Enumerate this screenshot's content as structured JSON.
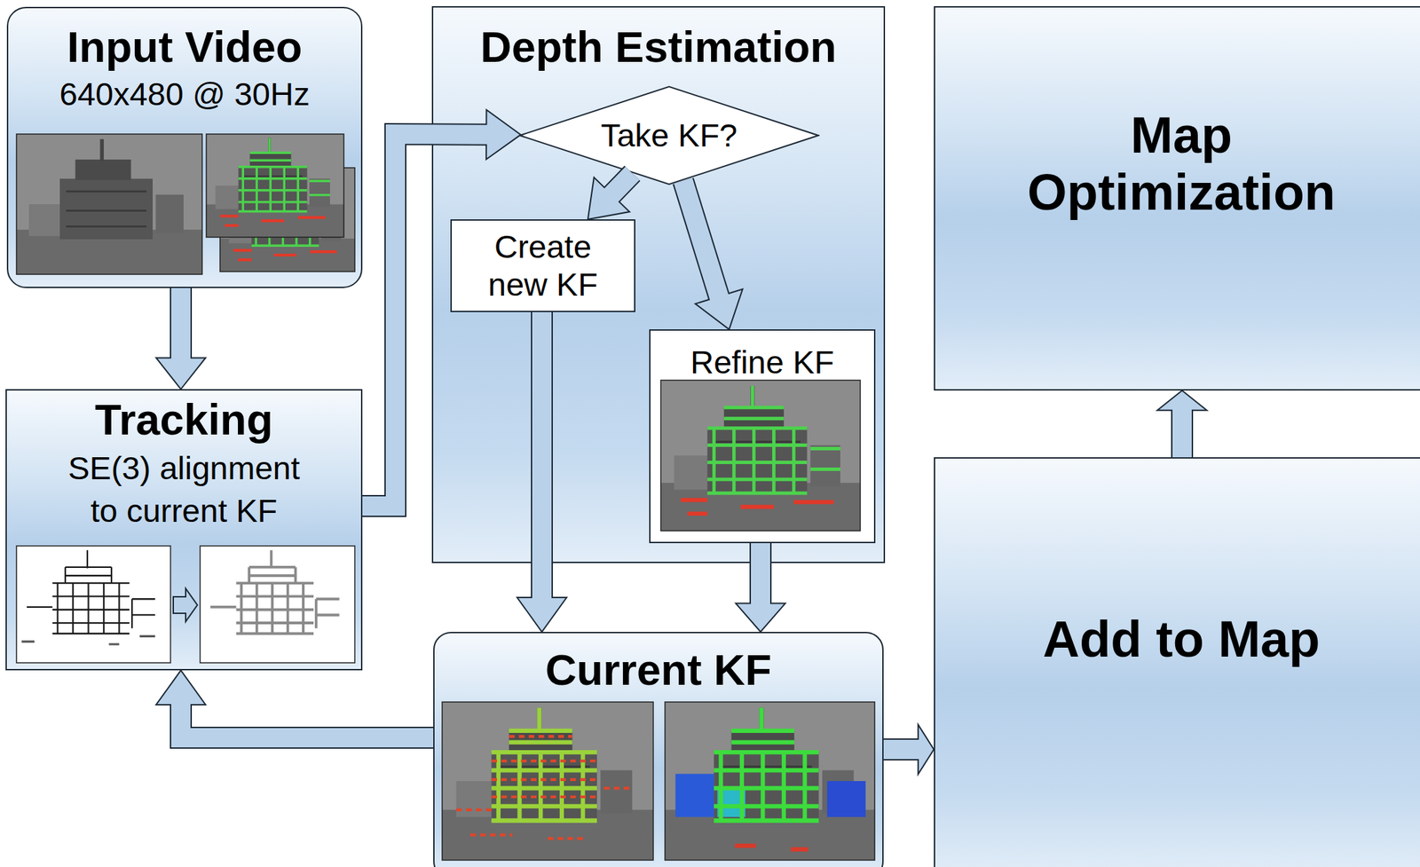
{
  "diagram": {
    "nodes": [
      {
        "text": [
          "Input Video",
          "640x480 @ 30Hz"
        ]
      },
      {
        "text": [
          "Tracking",
          "SE(3) alignment to current KF"
        ]
      },
      {
        "text": [
          "Depth Estimation"
        ]
      },
      {
        "text": [
          "Take KF?"
        ],
        "in": 2
      },
      {
        "text": [
          "Create new KF"
        ],
        "in": 2
      },
      {
        "text": [
          "Refine KF"
        ],
        "in": 2
      },
      {
        "text": [
          "Current KF"
        ]
      },
      {
        "text": [
          "Map Optimization"
        ]
      },
      {
        "text": [
          "Add to Map"
        ]
      }
    ],
    "edges": [
      {
        "from": 0,
        "to": 1,
        "arrow": "to"
      },
      {
        "from": 1,
        "to": 3,
        "arrow": "to"
      },
      {
        "from": 3,
        "to": 4,
        "arrow": "to"
      },
      {
        "from": 3,
        "to": 5,
        "arrow": "to"
      },
      {
        "from": 4,
        "to": 6,
        "arrow": "to"
      },
      {
        "from": 5,
        "to": 6,
        "arrow": "to"
      },
      {
        "from": 6,
        "to": 1,
        "arrow": "to"
      },
      {
        "from": 6,
        "to": 8,
        "arrow": "to"
      },
      {
        "from": 8,
        "to": 7,
        "arrow": "to"
      }
    ]
  }
}
